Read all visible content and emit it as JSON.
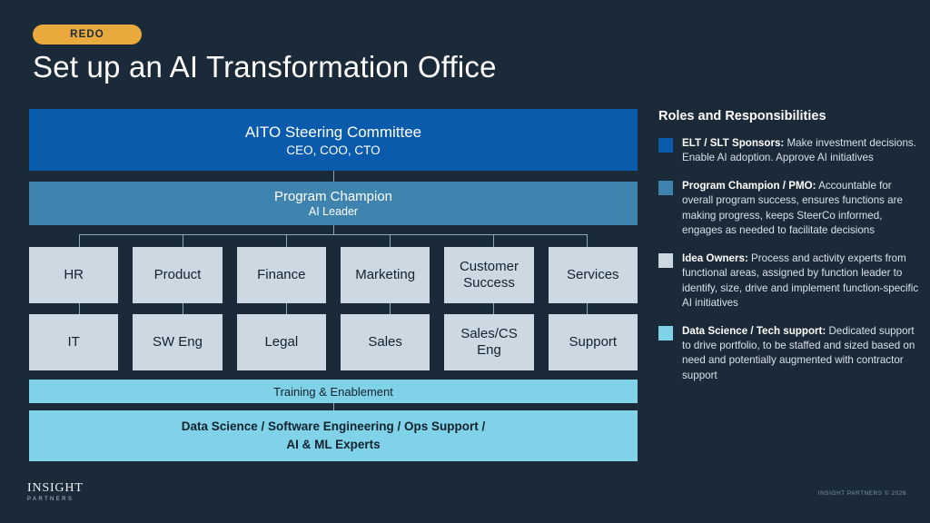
{
  "header": {
    "badge_label": "REDO",
    "title": "Set up an AI Transformation Office"
  },
  "colors": {
    "background": "#1b2a38",
    "badge": "#e9a93c",
    "steerco_blue": "#0b5bad",
    "champion_blue": "#3e84af",
    "function_box": "#ccd9e3",
    "enablement_cyan": "#7fd2e8",
    "connector_line": "#8fa6b6"
  },
  "chart_data": {
    "type": "diagram",
    "title": "AI Transformation Office org structure",
    "levels": [
      {
        "id": "steering-committee",
        "label": "AITO Steering Committee",
        "sublabel": "CEO, COO, CTO",
        "color": "#0b5bad"
      },
      {
        "id": "program-champion",
        "label": "Program Champion",
        "sublabel": "AI Leader",
        "color": "#3e84af"
      },
      {
        "id": "training-enablement",
        "label": "Training & Enablement",
        "color": "#7fd2e8"
      },
      {
        "id": "data-science-bar",
        "label": "Data Science / Software Engineering /  Ops Support /",
        "sublabel": "AI & ML Experts",
        "color": "#7fd2e8"
      }
    ],
    "function_rows": [
      [
        "HR",
        "Product",
        "Finance",
        "Marketing",
        "Customer Success",
        "Services"
      ],
      [
        "IT",
        "SW Eng",
        "Legal",
        "Sales",
        "Sales/CS Eng",
        "Support"
      ]
    ]
  },
  "legend": {
    "title": "Roles and Responsibilities",
    "items": [
      {
        "swatch": "#0b5bad",
        "lead": "ELT / SLT Sponsors:",
        "body": " Make investment decisions. Enable AI adoption. Approve AI initiatives"
      },
      {
        "swatch": "#3e84af",
        "lead": "Program Champion / PMO:",
        "body": " Accountable for overall program success, ensures functions are making progress, keeps SteerCo informed, engages as needed to facilitate decisions"
      },
      {
        "swatch": "#ccd9e3",
        "lead": "Idea Owners:",
        "body": " Process and activity experts from functional areas, assigned by function leader to identify, size, drive and implement function-specific AI initiatives"
      },
      {
        "swatch": "#7fd2e8",
        "lead": "Data Science / Tech support:",
        "body": " Dedicated support to drive portfolio, to be staffed and sized based on need and potentially augmented with contractor support"
      }
    ]
  },
  "footer": {
    "logo_primary": "INSIGHT",
    "logo_secondary": "PARTNERS",
    "copyright": "INSIGHT PARTNERS © 2026"
  }
}
